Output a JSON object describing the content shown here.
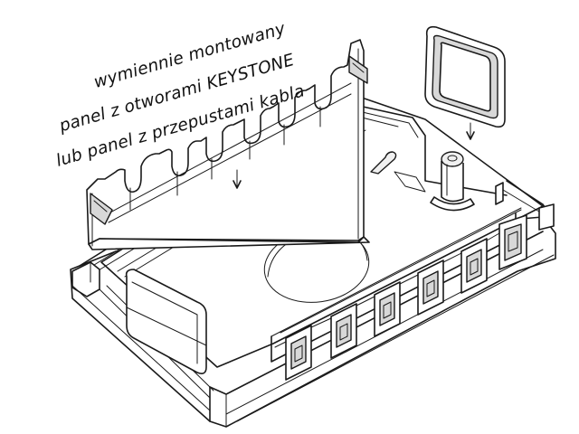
{
  "caption": {
    "line1": "wymiennie montowany",
    "line2": "panel z otworami KEYSTONE",
    "line3": "lub panel z przepustami kabla"
  },
  "colors": {
    "line": "#1a1a1a",
    "background": "#ffffff"
  }
}
